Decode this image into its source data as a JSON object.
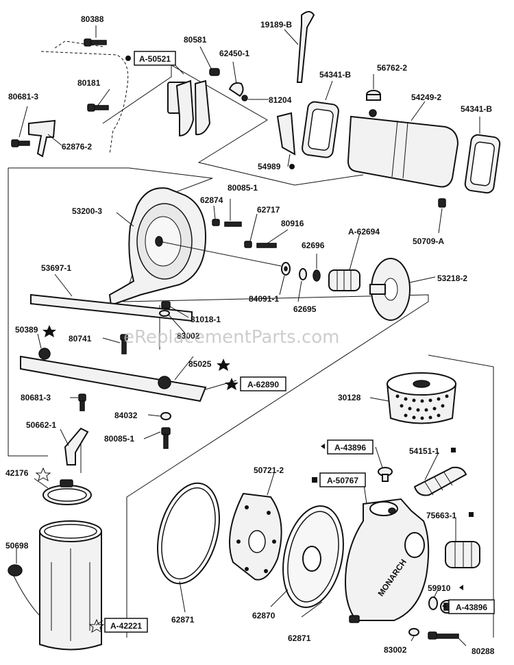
{
  "watermark": "eReplacementParts.com",
  "labels": {
    "p80388": "80388",
    "p19189b": "19189-B",
    "p80581": "80581",
    "pA50521": "A-50521",
    "p62450": "62450-1",
    "p80181": "80181",
    "p81204": "81204",
    "p54341b_l": "54341-B",
    "p56762": "56762-2",
    "p54249": "54249-2",
    "p54341b_r": "54341-B",
    "p80681_top": "80681-3",
    "p62876": "62876-2",
    "p54989": "54989",
    "p53200": "53200-3",
    "p80085_top": "80085-1",
    "p62874": "62874",
    "p62717": "62717",
    "p80916": "80916",
    "p50709": "50709-A",
    "pA62694": "A-62694",
    "p62696": "62696",
    "p53697": "53697-1",
    "p84091": "84091-1",
    "p62695": "62695",
    "p53218": "53218-2",
    "p81018": "81018-1",
    "p83002_mid": "83002",
    "p50389": "50389",
    "p80741": "80741",
    "p85025": "85025",
    "pA62890": "A-62890",
    "p30128": "30128",
    "p80681_mid": "80681-3",
    "p84032": "84032",
    "p80085_mid": "80085-1",
    "p50662": "50662-1",
    "pA43896_top": "A-43896",
    "p54151": "54151-1",
    "p42176": "42176",
    "p50721": "50721-2",
    "pA50767": "A-50767",
    "p75663": "75663-1",
    "p50698": "50698",
    "p59910": "59910",
    "pA43896_bot": "A-43896",
    "pA42221": "A-42221",
    "p62871_l": "62871",
    "p62870": "62870",
    "p62871_r": "62871",
    "p83002_bot": "83002",
    "p80288": "80288",
    "pump_brand": "MONARCH"
  },
  "colors": {
    "ink": "#111111",
    "part_fill": "#f2f2f2",
    "watermark": "#bdbdbd"
  }
}
